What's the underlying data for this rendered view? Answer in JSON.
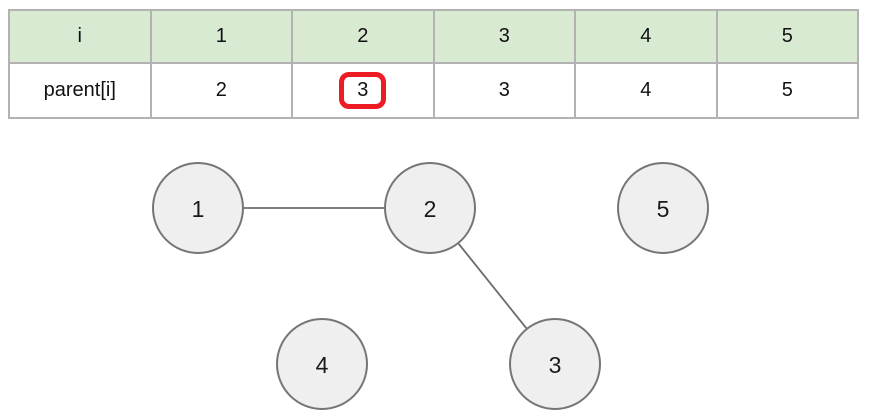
{
  "colors": {
    "header_bg": "#d9ead3",
    "table_border": "#b2b2b2",
    "highlight_red": "#ed1c24",
    "node_fill": "#efefef",
    "node_stroke": "#757575",
    "edge": "#6b6b6b"
  },
  "table": {
    "header": {
      "label": "i",
      "cells": [
        "1",
        "2",
        "3",
        "4",
        "5"
      ]
    },
    "row": {
      "label": "parent[i]",
      "cells": [
        "2",
        "3",
        "3",
        "4",
        "5"
      ],
      "highlighted_index": 1,
      "highlighted_value": "3"
    }
  },
  "graph": {
    "nodes": [
      {
        "id": "1",
        "label": "1"
      },
      {
        "id": "2",
        "label": "2"
      },
      {
        "id": "3",
        "label": "3"
      },
      {
        "id": "4",
        "label": "4"
      },
      {
        "id": "5",
        "label": "5"
      }
    ],
    "edges": [
      {
        "from": "1",
        "to": "2"
      },
      {
        "from": "2",
        "to": "3"
      }
    ]
  }
}
